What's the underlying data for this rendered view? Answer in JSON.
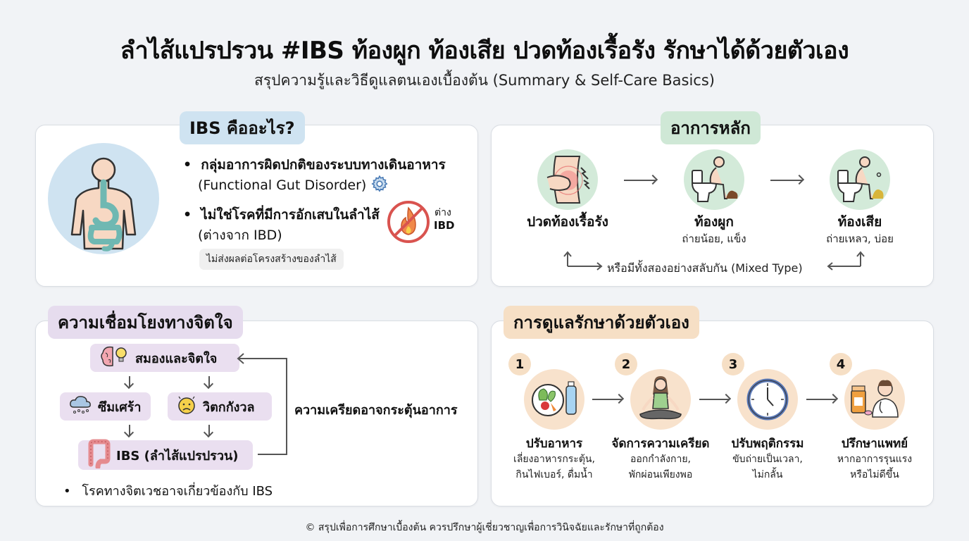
{
  "header": {
    "title": "ลำไส้แปรปรวน #IBS ท้องผูก ท้องเสีย ปวดท้องเรื้อรัง รักษาได้ด้วยตัวเอง",
    "subtitle": "สรุปความรู้และวิธีดูแลตนเองเบื้องต้น (Summary & Self-Care Basics)"
  },
  "what_is_ibs": {
    "tab_label": "IBS คืออะไร?",
    "bullets": [
      {
        "bold": "กลุ่มอาการผิดปกติของระบบทางเดินอาหาร",
        "sub": "(Functional Gut Disorder)",
        "icon": "gear-icon"
      },
      {
        "bold": "ไม่ใช่โรคที่มีการอักเสบในลำไส้",
        "sub": "(ต่างจาก IBD)",
        "icon": "no-inflammation-icon"
      }
    ],
    "ibd_note_line1": "ต่าง",
    "ibd_note_line2": "IBD",
    "chip": "ไม่ส่งผลต่อโครงสร้างของลำไส้",
    "bullet_char": "•",
    "colors": {
      "tab_bg": "#cfe3f1",
      "figure_bg": "#cfe3f1",
      "gut": "#7ec3bd"
    }
  },
  "main_symptoms": {
    "tab_label": "อาการหลัก",
    "items": [
      {
        "label": "ปวดท้องเรื้อรัง",
        "sub": "",
        "icon": "abdominal-pain-icon"
      },
      {
        "label": "ท้องผูก",
        "sub": "ถ่ายน้อย, แข็ง",
        "icon": "constipation-toilet-icon"
      },
      {
        "label": "ท้องเสีย",
        "sub": "ถ่ายเหลว, บ่อย",
        "icon": "diarrhea-toilet-icon"
      }
    ],
    "mixed_note": "หรือมีทั้งสองอย่างสลับกัน (Mixed Type)",
    "colors": {
      "tab_bg": "#cfe8d6",
      "circle_bg": "#d3ead9"
    }
  },
  "mind_connection": {
    "tab_label": "ความเชื่อมโยงทางจิตใจ",
    "nodes": {
      "brain": "สมองและจิตใจ",
      "depression": "ซึมเศร้า",
      "anxiety": "วิตกกังวล",
      "ibs": "IBS (ลำไส้แปรปรวน)"
    },
    "loop_label": "ความเครียดอาจกระตุ้นอาการ",
    "bullet": "โรคทางจิตเวชอาจเกี่ยวข้องกับ IBS",
    "bullet_char": "•",
    "colors": {
      "tab_bg": "#e6dcee",
      "node_bg": "#eadff0"
    }
  },
  "self_care": {
    "tab_label": "การดูแลรักษาด้วยตัวเอง",
    "steps": [
      {
        "num": "1",
        "label": "ปรับอาหาร",
        "sub1": "เลี่ยงอาหารกระตุ้น,",
        "sub2": "กินไฟเบอร์, ดื่มน้ำ",
        "icon": "food-and-water-icon"
      },
      {
        "num": "2",
        "label": "จัดการความเครียด",
        "sub1": "ออกกำลังกาย,",
        "sub2": "พักผ่อนเพียงพอ",
        "icon": "meditation-icon"
      },
      {
        "num": "3",
        "label": "ปรับพฤติกรรม",
        "sub1": "ขับถ่ายเป็นเวลา,",
        "sub2": "ไม่กลั้น",
        "icon": "clock-icon"
      },
      {
        "num": "4",
        "label": "ปรึกษาแพทย์",
        "sub1": "หากอาการรุนแรง",
        "sub2": "หรือไม่ดีขึ้น",
        "icon": "doctor-medicine-icon"
      }
    ],
    "colors": {
      "tab_bg": "#f6dfc5",
      "circle_bg": "#f8e2cc"
    }
  },
  "footer": {
    "text": "© สรุปเพื่อการศึกษาเบื้องต้น ควรปรึกษาผู้เชี่ยวชาญเพื่อการวินิจฉัยและรักษาที่ถูกต้อง"
  }
}
